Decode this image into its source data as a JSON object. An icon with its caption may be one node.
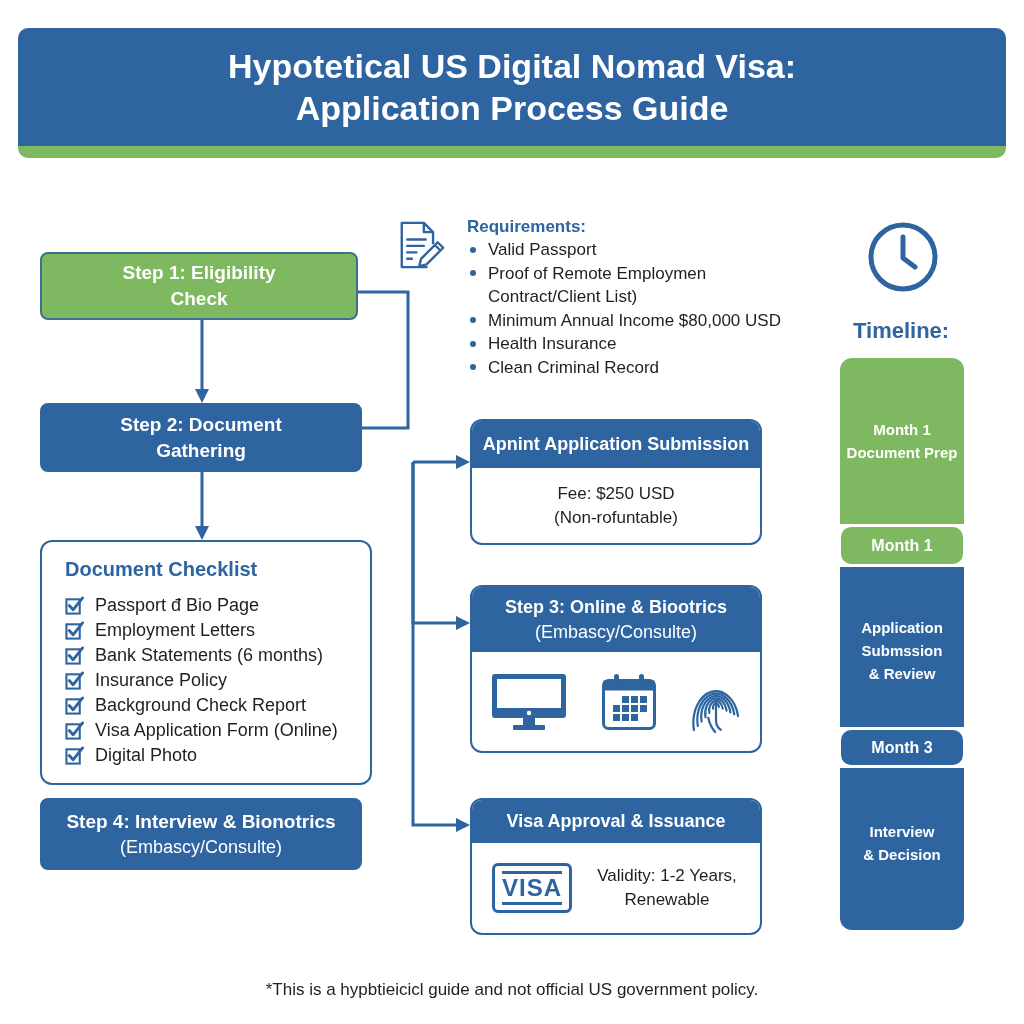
{
  "diagram": {
    "title": "Hypotetical US Digital Nomad Visa: Application Process Guide",
    "caption": "*This is a hypbtieicicl guide and not official US government policy.",
    "nodes": [
      {
        "text": [
          "Step 1: Eligibility Check"
        ]
      },
      {
        "text": [
          "Step 2: Document Gathering"
        ]
      },
      {
        "text": [
          "Document Checklist",
          "Passport đ Bio Page",
          "Employment Letters",
          "Bank Statements (6 months)",
          "Insurance Policy",
          "Background Check Report",
          "Visa Application Form (Online)",
          "Digital Photo"
        ]
      },
      {
        "text": [
          "Step 4: Interview & Bionotrics",
          "(Embascy/Consulte)"
        ]
      },
      {
        "text": [
          "Apnint Application Submission",
          "Fee: $250 USD (Non-rofuntable)"
        ]
      },
      {
        "text": [
          "Step 3: Online & Biootrics",
          "(Embascy/Consulte)"
        ]
      },
      {
        "text": [
          "Visa Approval & Issuance",
          "VISA",
          "Validity: 1-2 Years, Renewable"
        ]
      },
      {
        "text": [
          "Month 1 Document Prep"
        ]
      },
      {
        "text": [
          "Month 1"
        ]
      },
      {
        "text": [
          "Application Submssion & Review"
        ]
      },
      {
        "text": [
          "Month 3"
        ]
      },
      {
        "text": [
          "Interview & Decision"
        ]
      }
    ],
    "edges": [
      {
        "from": 0,
        "to": 1,
        "arrow": "to"
      },
      {
        "from": 0,
        "to": 1,
        "arrow": "none"
      },
      {
        "from": 1,
        "to": 2,
        "arrow": "to"
      },
      {
        "from": null,
        "to": 4,
        "arrow": "to"
      },
      {
        "from": null,
        "to": 5,
        "arrow": "to"
      },
      {
        "from": null,
        "to": 6,
        "arrow": "to"
      }
    ],
    "labels": [
      "Requirements:",
      "Valid Passport",
      "Proof of Remote Employmen Contract/Client List)",
      "Minimum Annual Income $80,000 USD",
      "Health Insurance",
      "Clean Criminal Record",
      "Timeline:"
    ]
  }
}
